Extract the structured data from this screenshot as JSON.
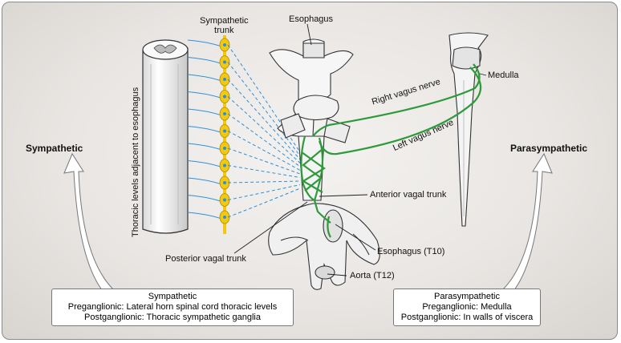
{
  "labels": {
    "sympathetic_trunk": [
      "Sympathetic",
      "trunk"
    ],
    "esophagus": "Esophagus",
    "medulla": "Medulla",
    "right_vagus": "Right vagus nerve",
    "left_vagus": "Left vagus nerve",
    "thoracic_levels": "Thoracic levels adjacent to esophagus",
    "sympathetic": "Sympathetic",
    "parasympathetic": "Parasympathetic",
    "anterior_vagal_trunk": "Anterior vagal trunk",
    "posterior_vagal_trunk": "Posterior vagal trunk",
    "esophagus_t10": "Esophagus (T10)",
    "aorta_t12": "Aorta (T12)"
  },
  "boxes": {
    "sympathetic": {
      "title": "Sympathetic",
      "pre": "Preganglionic: Lateral horn spinal cord thoracic levels",
      "post": "Postganglionic: Thoracic sympathetic ganglia"
    },
    "parasympathetic": {
      "title": "Parasympathetic",
      "pre": "Preganglionic: Medulla",
      "post": "Postganglionic: In walls of viscera"
    }
  },
  "colors": {
    "vagus_green": "#2e9a3a",
    "trunk_yellow": "#f2c811",
    "fiber_blue": "#2f8fd6"
  }
}
